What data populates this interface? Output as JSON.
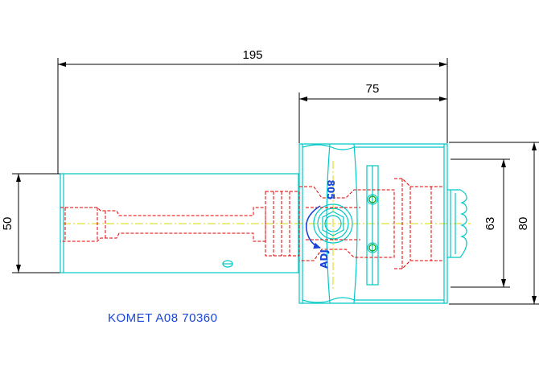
{
  "drawing": {
    "caption": "KOMET A08 70360",
    "engraving_top": "805",
    "engraving_bottom": "ADJ"
  },
  "dimensions": {
    "overall_length": "195",
    "head_length": "75",
    "shank_diameter": "50",
    "inner_diameter": "63",
    "head_diameter": "80"
  },
  "colors": {
    "outline": "#00c8c8",
    "hidden_lines": "#e00000",
    "centerline": "#d8d800",
    "dimensions": "#000000",
    "caption": "#1a44d8",
    "arrow": "#1a44d8"
  },
  "icons": {
    "rotation": "curved-arrow-icon"
  }
}
